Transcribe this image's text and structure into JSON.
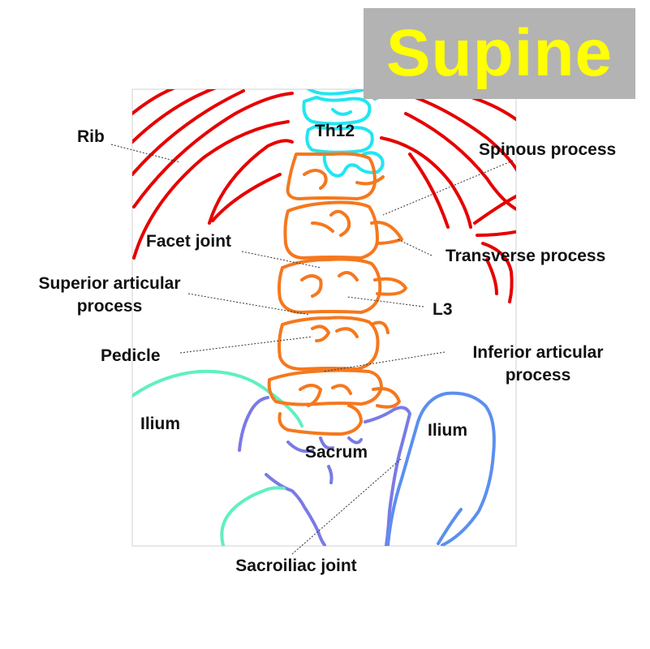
{
  "title": "Supine",
  "colors": {
    "title_bg": "#b3b3b3",
    "title_text": "#ffff00",
    "rib": "#e60000",
    "thoracic": "#22e5f0",
    "lumbar": "#f5781e",
    "ilium_left": "#5ff0c0",
    "ilium_right": "#5b8ff0",
    "sacrum": "#7a7ae6"
  },
  "labels": {
    "rib": "Rib",
    "th12": "Th12",
    "spinous_process": "Spinous process",
    "facet_joint": "Facet joint",
    "transverse_process": "Transverse process",
    "superior_articular_1": "Superior articular",
    "superior_articular_2": "process",
    "l3": "L3",
    "pedicle": "Pedicle",
    "inferior_articular_1": "Inferior articular",
    "inferior_articular_2": "process",
    "ilium_left": "Ilium",
    "ilium_right": "Ilium",
    "sacrum": "Sacrum",
    "sacroiliac_joint": "Sacroiliac joint"
  }
}
